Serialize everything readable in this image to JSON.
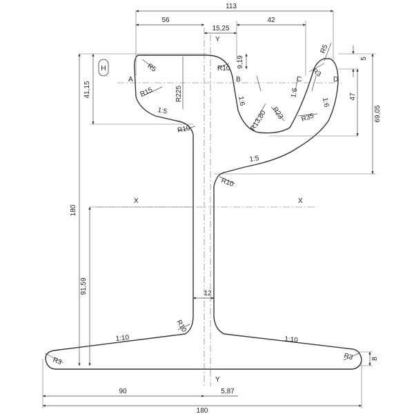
{
  "dimensions": {
    "top_width": "113",
    "head_left": "56",
    "head_right": "42",
    "web_offset": "15,25",
    "head_gap": "9,19",
    "head_height": "41,15",
    "height_total": "180",
    "neutral_axis": "91,59",
    "web_thickness": "12",
    "base_half": "90",
    "base_width": "180",
    "axis_offset": "5,87",
    "height_69": "69,05",
    "height_47": "47",
    "height_5": "5",
    "foot_edge": "8"
  },
  "radii": {
    "r5_left": "R5",
    "r5_right": "R5",
    "r10_head": "R10",
    "r3_head": "R3",
    "r15": "R15",
    "r225": "R225",
    "r13_80": "R13,80",
    "r23": "R23",
    "r35": "R35",
    "r10_neck_left": "R10",
    "r10_neck_right": "R10",
    "r10_foot": "R10",
    "r3_foot_left": "R3",
    "r3_foot_right": "R3"
  },
  "slopes": {
    "s1_5_left": "1:5",
    "s1_5_right": "1:5",
    "s1_6_a": "1:6",
    "s1_6_b": "1:6",
    "s1_6_c": "1:6",
    "s1_10_left": "1:10",
    "s1_10_right": "1:10"
  },
  "points": {
    "a": "A",
    "b": "B",
    "c": "C",
    "d": "D"
  },
  "axes": {
    "y_top": "Y",
    "y_bottom": "Y",
    "x_left": "X",
    "x_right": "X"
  },
  "marker": "H"
}
